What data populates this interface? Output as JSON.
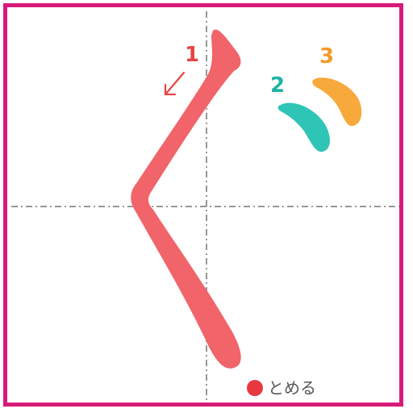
{
  "diagram": {
    "colors": {
      "frame": "#d81b7a",
      "guide": "#777777",
      "stroke1": "#f0646a",
      "stroke2": "#2ec4b6",
      "stroke3": "#f7a93b",
      "legend_dot": "#e8383f"
    },
    "strokes": [
      {
        "number": "1",
        "direction_icon": "arrow-down-left-icon"
      },
      {
        "number": "2"
      },
      {
        "number": "3"
      }
    ],
    "legend": {
      "label": "とめる",
      "icon": "stop-dot-icon"
    }
  }
}
